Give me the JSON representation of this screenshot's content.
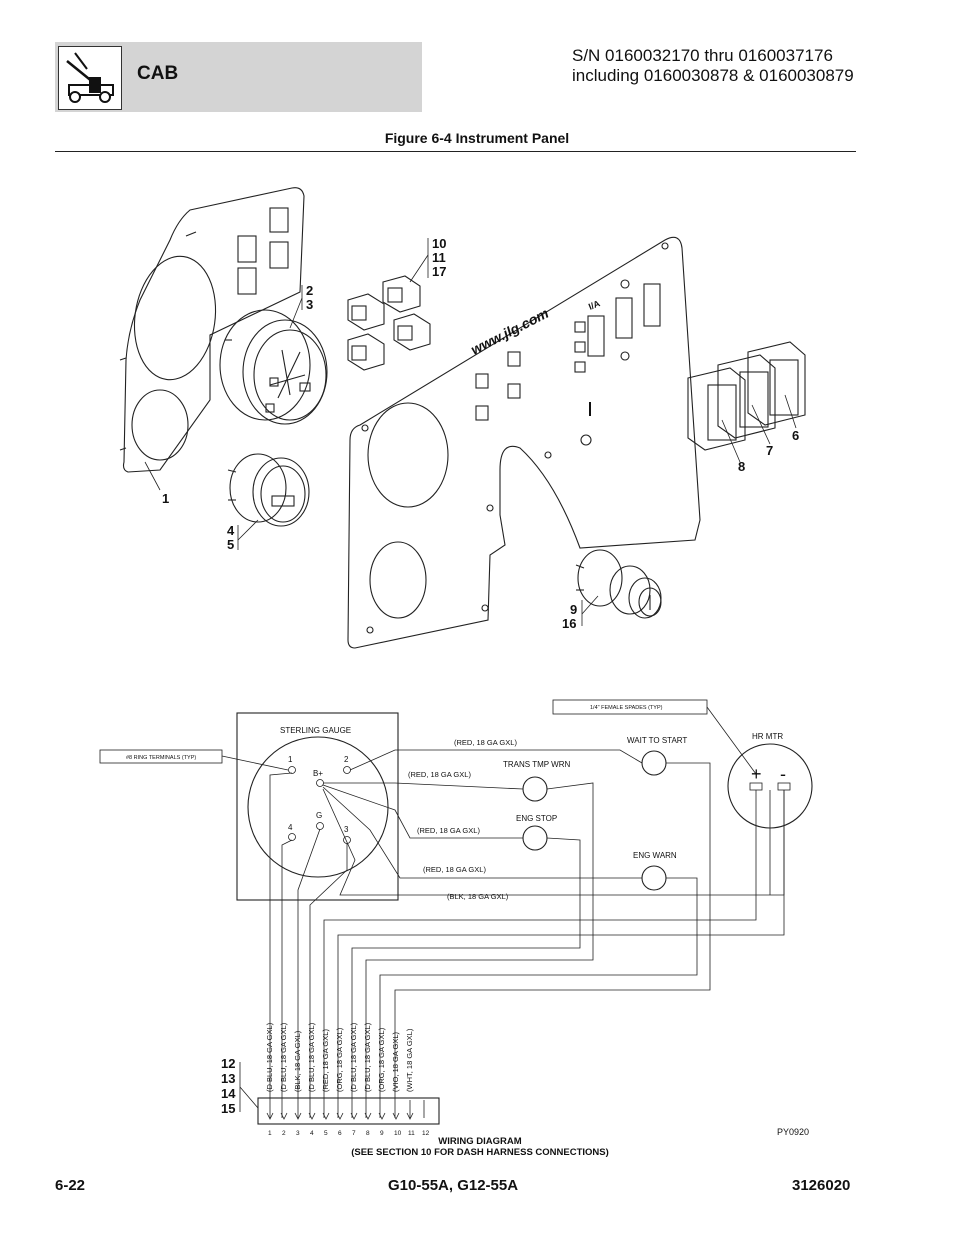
{
  "header": {
    "section": "CAB",
    "serial_line1": "S/N 0160032170 thru 0160037176",
    "serial_line2": "including 0160030878 & 0160030879",
    "icon": "telehandler-icon"
  },
  "figure": {
    "title": "Figure 6-4 Instrument Panel",
    "website": "www.jlg.com",
    "callouts": {
      "c1": "1",
      "c2": "2",
      "c3": "3",
      "c4": "4",
      "c5": "5",
      "c6": "6",
      "c7": "7",
      "c8": "8",
      "c9": "9",
      "c16": "16",
      "c10": "10",
      "c11": "11",
      "c17": "17",
      "c12": "12",
      "c13": "13",
      "c14": "14",
      "c15": "15"
    }
  },
  "wiring": {
    "sterling_gauge": "STERLING GAUGE",
    "ring_note": "#8 RING TERMINALS (TYP)",
    "spade_note": "1/4\" FEMALE SPADES (TYP)",
    "hr_mtr": "HR MTR",
    "plus": "+",
    "minus": "-",
    "wait_to_start": "WAIT TO START",
    "trans_tmp_wrn": "TRANS TMP WRN",
    "eng_stop": "ENG STOP",
    "eng_warn": "ENG WARN",
    "terminals": {
      "t1": "1",
      "t2": "2",
      "tb": "B+",
      "tg": "G",
      "t3": "3",
      "t4": "4"
    },
    "wires": {
      "w1": "(RED, 18 GA GXL)",
      "w2": "(RED, 18 GA GXL)",
      "w3": "(RED, 18 GA GXL)",
      "w4": "(RED, 18 GA GXL)",
      "w5": "(BLK, 18 GA GXL)"
    },
    "harness_wires": [
      "(D BLU, 18 GA GXL)",
      "(D BLU, 18 GA GXL)",
      "(BLK, 18 GA GXL)",
      "(D BLU, 18 GA GXL)",
      "(RED, 18 GA GXL)",
      "(ORG, 18 GA GXL)",
      "(D BLU, 18 GA GXL)",
      "(D BLU, 18 GA GXL)",
      "(ORG, 18 GA GXL)",
      "(VIO, 18 GA GXL)",
      "(WHT, 18 GA GXL)"
    ],
    "pins": [
      "1",
      "2",
      "3",
      "4",
      "5",
      "6",
      "7",
      "8",
      "9",
      "10",
      "11",
      "12"
    ],
    "diagram_title": "WIRING DIAGRAM",
    "diagram_subtitle": "(SEE SECTION 10 FOR DASH HARNESS CONNECTIONS)",
    "code": "PY0920"
  },
  "footer": {
    "page": "6-22",
    "model": "G10-55A, G12-55A",
    "doc_number": "3126020"
  }
}
